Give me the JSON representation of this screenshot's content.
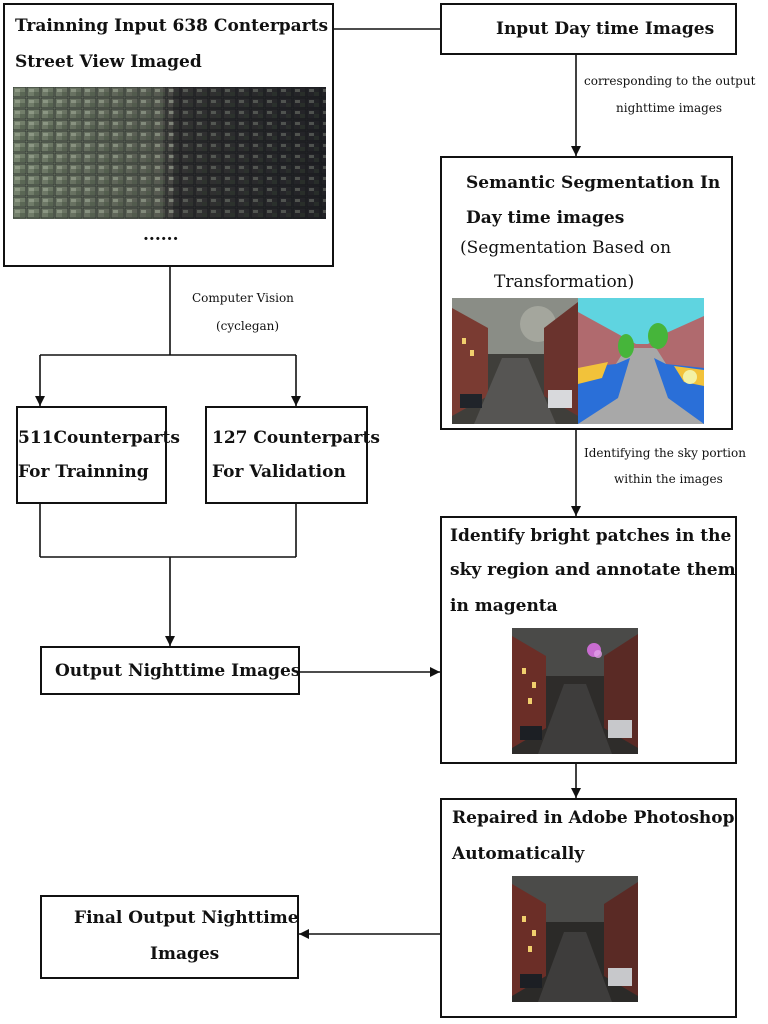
{
  "training_box": {
    "title_line1": "Trainning Input 638 Conterparts",
    "title_line2": "Street View Imaged",
    "ellipsis": "......"
  },
  "input_box": {
    "title": "Input Day time Images"
  },
  "note_correspond": {
    "line1": "corresponding to the output",
    "line2": "nighttime images"
  },
  "seg_box": {
    "title_line1": "Semantic Segmentation In",
    "title_line2": "Day time images",
    "sub_line1": "(Segmentation Based on",
    "sub_line2": "Transformation)"
  },
  "note_cv": {
    "line1": "Computer Vision",
    "line2": "(cyclegan)"
  },
  "train_split": {
    "line1": "511Counterparts",
    "line2": "For Trainning"
  },
  "val_split": {
    "line1": "127 Counterparts",
    "line2": "For Validation"
  },
  "note_sky": {
    "line1": "Identifying the sky portion",
    "line2": "within the images"
  },
  "identify_box": {
    "line1": "Identify bright patches in the",
    "line2": "sky region and annotate them",
    "line3": "in magenta"
  },
  "output_box": {
    "title": "Output Nighttime Images"
  },
  "repair_box": {
    "line1": "Repaired in Adobe Photoshop",
    "line2": "Automatically"
  },
  "final_box": {
    "line1": "Final Output Nighttime",
    "line2": "Images"
  },
  "colors": {
    "stroke": "#111111",
    "magenta": "#c86cd0",
    "seg_sky": "#5fd4e0",
    "seg_building": "#b06a6e",
    "seg_road": "#a8a8a8",
    "seg_sidewalk": "#2a6fd8",
    "seg_car": "#f2c23a",
    "seg_tree": "#46b53a"
  }
}
